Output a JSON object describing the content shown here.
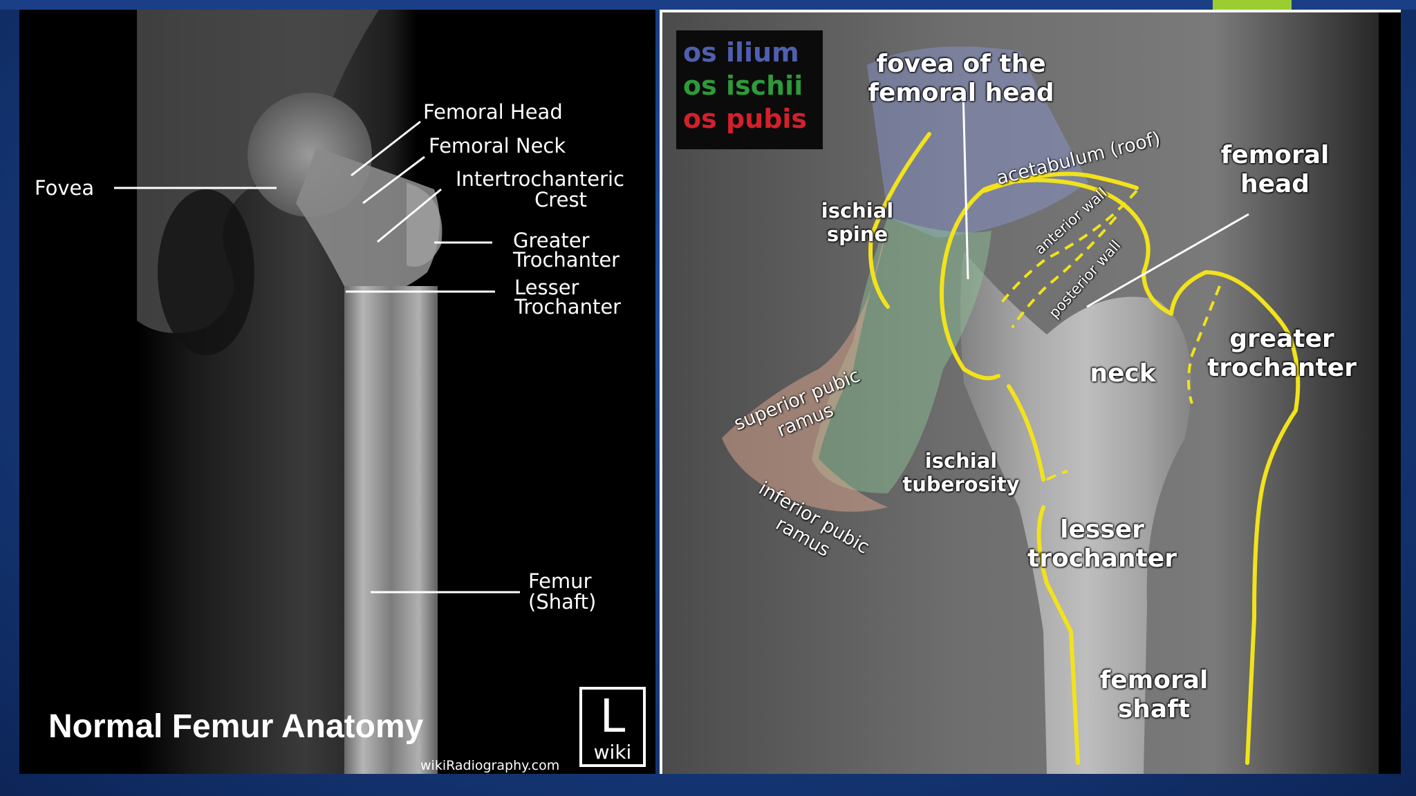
{
  "slide": {
    "title": "Normal Femur Anatomy",
    "accent_colors": {
      "background": "#163a7c",
      "tab": "#9acd32"
    }
  },
  "left_xray": {
    "labels": {
      "fovea": "Fovea",
      "femoral_head": "Femoral Head",
      "femoral_neck": "Femoral Neck",
      "intertrochanteric_line1": "Intertrochanteric",
      "intertrochanteric_line2": "Crest",
      "greater_trochanter_line1": "Greater",
      "greater_trochanter_line2": "Trochanter",
      "lesser_trochanter_line1": "Lesser",
      "lesser_trochanter_line2": "Trochanter",
      "femur_shaft_line1": "Femur",
      "femur_shaft_line2": "(Shaft)"
    },
    "credit": "wikiRadiography.com",
    "logo": {
      "letter": "L",
      "word": "wiki"
    }
  },
  "right_xray": {
    "legend": [
      {
        "text": "os ilium",
        "color": "#4f5fb0"
      },
      {
        "text": "os ischii",
        "color": "#2e9a3a"
      },
      {
        "text": "os pubis",
        "color": "#d4202a"
      }
    ],
    "labels": {
      "fovea_line1": "fovea of the",
      "fovea_line2": "femoral head",
      "femoral_head_line1": "femoral",
      "femoral_head_line2": "head",
      "ischial_spine_line1": "ischial",
      "ischial_spine_line2": "spine",
      "acetabulum_roof": "acetabulum (roof)",
      "anterior_wall": "anterior wall",
      "posterior_wall": "posterior wall",
      "superior_pubic_ramus_line1": "superior pubic",
      "superior_pubic_ramus_line2": "ramus",
      "inferior_pubic_ramus_line1": "inferior pubic",
      "inferior_pubic_ramus_line2": "ramus",
      "ischial_tuberosity_line1": "ischial",
      "ischial_tuberosity_line2": "tuberosity",
      "neck": "neck",
      "greater_trochanter_line1": "greater",
      "greater_trochanter_line2": "trochanter",
      "lesser_trochanter_line1": "lesser",
      "lesser_trochanter_line2": "trochanter",
      "femoral_shaft_line1": "femoral",
      "femoral_shaft_line2": "shaft"
    },
    "outline_color": "#f2e21c"
  }
}
